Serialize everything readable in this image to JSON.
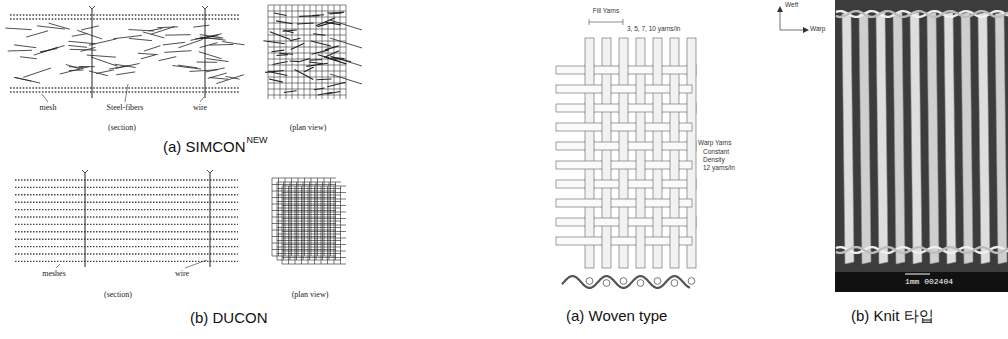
{
  "diagram": {
    "labels": [
      "mesh",
      "Steel-fibers",
      "wire",
      "(section)",
      "(plan view)",
      "(a) SIMCON",
      "NEW",
      "meshes",
      "wire",
      "(section)",
      "(plan view)",
      "(b) DUCON",
      "Fill Yarns",
      "3, 5, 7, 10 yarns/in",
      "Warp Yarns",
      "Constant",
      "Density",
      "12 yarns/in",
      "Weft",
      "Warp",
      "(a) Woven type",
      "(b) Knit 타입",
      "1mm 002404"
    ]
  }
}
